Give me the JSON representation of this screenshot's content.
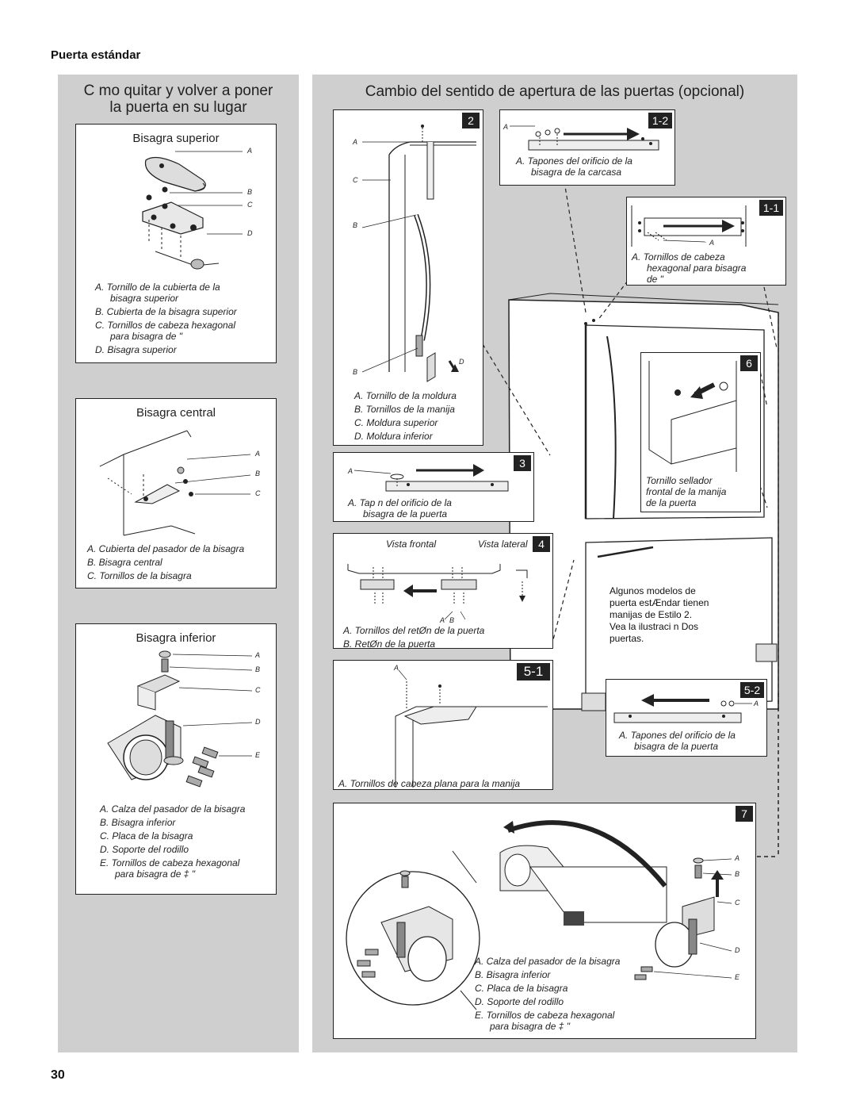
{
  "section_header": "Puerta estándar",
  "page_number": "30",
  "left_panel": {
    "title_line1": "C mo quitar y volver a poner",
    "title_line2": "la puerta en su lugar",
    "top_hinge": {
      "title": "Bisagra superior",
      "labels": [
        "A",
        "B",
        "C",
        "D"
      ],
      "captions": [
        [
          "A. Tornillo de la cubierta de la",
          "bisagra superior"
        ],
        [
          "B. Cubierta de la bisagra superior"
        ],
        [
          "C. Tornillos de cabeza hexagonal",
          "para bisagra de      \""
        ],
        [
          "D. Bisagra superior"
        ]
      ]
    },
    "center_hinge": {
      "title": "Bisagra central",
      "labels": [
        "A",
        "B",
        "C"
      ],
      "captions": [
        [
          "A. Cubierta del pasador de la bisagra"
        ],
        [
          "B. Bisagra central"
        ],
        [
          "C. Tornillos de la bisagra"
        ]
      ]
    },
    "bottom_hinge": {
      "title": "Bisagra inferior",
      "labels": [
        "A",
        "B",
        "C",
        "D",
        "E"
      ],
      "captions": [
        [
          "A. Calza del pasador de la bisagra"
        ],
        [
          "B. Bisagra inferior"
        ],
        [
          "C. Placa de la bisagra"
        ],
        [
          "D. Soporte del rodillo"
        ],
        [
          "E. Tornillos de cabeza hexagonal",
          "para bisagra de ‡ \""
        ]
      ]
    }
  },
  "right_panel": {
    "title": "Cambio del sentido de apertura de las puertas (opcional)",
    "step_2": {
      "num": "2",
      "labels": [
        "A",
        "C",
        "B",
        "B",
        "D"
      ],
      "captions": [
        [
          "A. Tornillo de la moldura"
        ],
        [
          "B. Tornillos de la manija"
        ],
        [
          "C. Moldura superior"
        ],
        [
          "D. Moldura inferior"
        ]
      ]
    },
    "step_1_2": {
      "num": "1-2",
      "labels": [
        "A"
      ],
      "captions": [
        [
          "A. Tapones del orificio de la",
          "bisagra de la carcasa"
        ]
      ]
    },
    "step_1_1": {
      "num": "1-1",
      "labels": [
        "A"
      ],
      "captions": [
        [
          "A. Tornillos de cabeza",
          "hexagonal para bisagra",
          "de      \""
        ]
      ]
    },
    "step_3": {
      "num": "3",
      "labels": [
        "A"
      ],
      "captions": [
        [
          "A. Tap n del orificio de la",
          "bisagra de la puerta"
        ]
      ]
    },
    "step_4": {
      "num": "4",
      "view_front": "Vista frontal",
      "view_side": "Vista lateral",
      "labels": [
        "A",
        "B"
      ],
      "captions": [
        [
          "A. Tornillos del retØn de la puerta"
        ],
        [
          "B. RetØn de la puerta"
        ]
      ]
    },
    "step_5_1": {
      "num": "5-1",
      "labels": [
        "A"
      ],
      "captions": [
        [
          "A. Tornillos de cabeza plana para la manija"
        ]
      ]
    },
    "step_6": {
      "num": "6",
      "caption": [
        "Tornillo sellador",
        "frontal de la manija",
        "de la puerta"
      ]
    },
    "note": [
      "Algunos modelos de",
      "puerta estÆndar tienen",
      "manijas de Estilo 2.",
      "Vea la ilustraci n Dos",
      "puertas."
    ],
    "step_5_2": {
      "num": "5-2",
      "labels": [
        "A"
      ],
      "captions": [
        [
          "A. Tapones del orificio de la",
          "bisagra de la puerta"
        ]
      ]
    },
    "step_7": {
      "num": "7",
      "labels": [
        "A",
        "B",
        "C",
        "D",
        "E"
      ],
      "captions": [
        [
          "A. Calza del pasador de la bisagra"
        ],
        [
          "B. Bisagra inferior"
        ],
        [
          "C. Placa de la bisagra"
        ],
        [
          "D. Soporte del rodillo"
        ],
        [
          "E. Tornillos de cabeza hexagonal",
          "para bisagra de ‡ \""
        ]
      ]
    }
  }
}
